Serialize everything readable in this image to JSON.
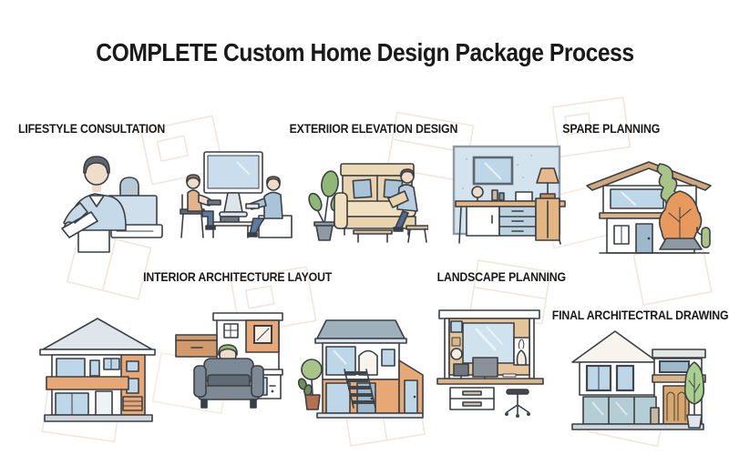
{
  "title": "COMPLETE Custom Home Design Package Process",
  "colors": {
    "text": "#1a1a1a",
    "outline": "#3a3f44",
    "light_blue": "#c5dbe9",
    "glass_blue": "#bdd7e8",
    "tan": "#ead9bd",
    "wood_orange": "#e8a876",
    "accent_orange": "#e8995e",
    "green": "#9dbf7f",
    "gray": "#b9c4cc",
    "chair_gray": "#7d8a96",
    "sketch_line": "#efe7df"
  },
  "rows": [
    {
      "items": [
        {
          "label": "LIFESTYLE CONSULTATION",
          "illustration": "lifestyle-consultation"
        },
        {
          "label": "",
          "illustration": "design-meeting-tv"
        },
        {
          "label": "EXTERIIOR ELEVATION DESIGN",
          "illustration": "sofa-plan-review"
        },
        {
          "label": "",
          "illustration": "desk-and-wall"
        },
        {
          "label": "SPARE PLANNING",
          "illustration": "house-with-plants"
        }
      ]
    },
    {
      "items": [
        {
          "label": "",
          "illustration": "two-story-house"
        },
        {
          "label": "INTERIOR ARCHITECTURE LAYOUT",
          "illustration": "person-in-armchair"
        },
        {
          "label": "",
          "illustration": "house-with-staircase"
        },
        {
          "label": "LANDSCAPE PLANNING",
          "illustration": "home-workstation"
        },
        {
          "label": "FINAL ARCHITECTRAL DRAWINGS",
          "illustration": "final-house"
        }
      ]
    }
  ]
}
